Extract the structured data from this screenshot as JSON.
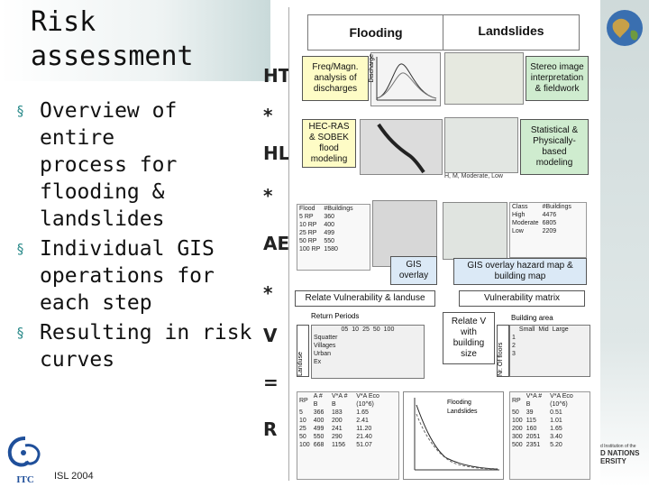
{
  "slide": {
    "title": "Risk\nassessment",
    "bullets": [
      "Overview of entire\nprocess for\nflooding &\nlandslides",
      "Individual GIS\noperations for\neach step",
      "Resulting in risk\ncurves"
    ],
    "bullet_marker": "§",
    "footer": "ISL 2004",
    "logo_text": "ITC",
    "partner_logo_lines": [
      "d Institution of the",
      "D NATIONS",
      "ERSITY"
    ]
  },
  "formula": {
    "terms": [
      {
        "label": "HT"
      },
      {
        "label": "*"
      },
      {
        "label": "HL"
      },
      {
        "label": "*"
      },
      {
        "label": "AE"
      },
      {
        "label": "*"
      },
      {
        "label": "V"
      },
      {
        "label": "="
      },
      {
        "label": "R"
      }
    ]
  },
  "diagram": {
    "flooding_header": "Flooding",
    "landslides_header": "Landslides",
    "freq_box": "Freq/Magn.\nanalysis of\ndischarges",
    "discharge_label": "Discharge",
    "stereo_box": "Stereo image\ninterpretation\n& fieldwork",
    "hec_box": "HEC-RAS\n& SOBEK\nflood\nmodeling",
    "statistical_box": "Statistical &\nPhysically-\nbased\nmodeling",
    "hml_label": "H, M, Moderate, Low",
    "gis_overlay_box": "GIS\noverlay",
    "gis_hazard_box": "GIS overlay hazard map &\nbuilding map",
    "relate_vuln_box": "Relate Vulnerability & landuse",
    "vuln_matrix_box": "Vulnerability matrix",
    "relate_v_box": "Relate V\nwith\nbuilding\nsize",
    "landuse_label": "Landuse",
    "floors_label": "Nr. Of floors",
    "return_periods_label": "Return Periods",
    "building_area_label": "Building area",
    "flood_table": {
      "headers": [
        "Flood",
        "#Buildings"
      ],
      "rows": [
        [
          "5 RP",
          "360"
        ],
        [
          "10 RP",
          "400"
        ],
        [
          "25 RP",
          "499"
        ],
        [
          "50 RP",
          "550"
        ],
        [
          "100 RP",
          "1580"
        ]
      ]
    },
    "class_table": {
      "headers": [
        "Class",
        "#Buildings"
      ],
      "rows": [
        [
          "High",
          "4476"
        ],
        [
          "Moderate",
          "6805"
        ],
        [
          "Low",
          "2209"
        ]
      ]
    },
    "rp_header": [
      "05",
      "10",
      "25",
      "50",
      "100"
    ],
    "landuse_rows": [
      "Squatter",
      "Villages",
      "Urban",
      "Ex"
    ],
    "building_area_header": [
      "Small",
      "Mid",
      "Large"
    ],
    "floor_rows": [
      "1",
      "2",
      "3"
    ],
    "risk_table_left": {
      "headers": [
        "RP",
        "A\n# B",
        "V*A\n# B",
        "V*A\nEco\n(10^6)"
      ],
      "rows": [
        [
          "5",
          "366",
          "183",
          "1.65"
        ],
        [
          "10",
          "400",
          "200",
          "2.41"
        ],
        [
          "25",
          "499",
          "241",
          "11.20"
        ],
        [
          "50",
          "550",
          "290",
          "21.40"
        ],
        [
          "100",
          "668",
          "1156",
          "51.07"
        ]
      ]
    },
    "risk_table_right": {
      "headers": [
        "RP",
        "V*A\n# B",
        "V*A\nEco\n(10^6)"
      ],
      "rows": [
        [
          "50",
          "39",
          "0.51"
        ],
        [
          "100",
          "115",
          "1.01"
        ],
        [
          "200",
          "160",
          "1.65"
        ],
        [
          "300",
          "2051",
          "3.40"
        ],
        [
          "500",
          "2351",
          "5.20"
        ]
      ]
    },
    "chart_legend": [
      "Flooding",
      "Landslides"
    ]
  }
}
